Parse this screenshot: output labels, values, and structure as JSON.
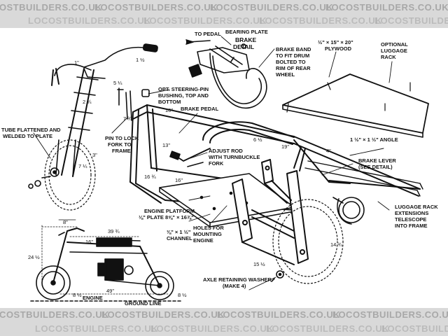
{
  "watermark": {
    "text": "LOCOSTBUILDERS.CO.UK"
  },
  "labels": {
    "to_pedal": "TO PEDAL",
    "bearing_plate": "BEARING PLATE",
    "brake_detail_1": "BRAKE",
    "brake_detail_2": "DETAIL",
    "brake_band_1": "BRAKE BAND",
    "brake_band_2": "TO FIT DRUM",
    "brake_band_3": "BOLTED TO",
    "brake_band_4": "RIM OF REAR",
    "brake_band_5": "WHEEL",
    "plywood_1": "½\" × 15\" × 20\"",
    "plywood_2": "PLYWOOD",
    "luggage_rack_1": "OPTIONAL",
    "luggage_rack_2": "LUGGAGE",
    "luggage_rack_3": "RACK",
    "steering_pin_1": "OPT. STEERING-PIN",
    "steering_pin_2": "BUSHING, TOP AND",
    "steering_pin_3": "BOTTOM",
    "brake_pedal": "BRAKE PEDAL",
    "tube_flattened_1": "TUBE FLATTENED AND",
    "tube_flattened_2": "WELDED TO PLATE",
    "pin_lock_1": "PIN TO LOCK",
    "pin_lock_2": "FORK TO",
    "pin_lock_3": "FRAME",
    "adjust_rod_1": "ADJUST ROD",
    "adjust_rod_2": "WITH TURNBUCKLE",
    "adjust_rod_3": "FORK",
    "angle": "1 ½\" × 1 ½\" ANGLE",
    "brake_lever_1": "BRAKE LEVER",
    "brake_lever_2": "(SEE DETAIL)",
    "engine_platform_1": "ENGINE PLATFORM",
    "engine_platform_2": "⅛\" PLATE 8⅝\" × 16⅞\"",
    "channel_1": "⅜\" × 1 ½\"",
    "channel_2": "CHANNEL",
    "holes_1": "HOLES FOR",
    "holes_2": "MOUNTING",
    "holes_3": "ENGINE",
    "luggage_ext_1": "LUGGAGE RACK",
    "luggage_ext_2": "EXTENSIONS",
    "luggage_ext_3": "TELESCOPE",
    "luggage_ext_4": "INTO FRAME",
    "axle_washer_1": "AXLE RETAINING WASHER",
    "axle_washer_2": "(MAKE 4)",
    "engine": "ENGINE",
    "ground_line": "GROUND LINE"
  },
  "dimensions": {
    "d_1_5": "1 ½",
    "d_5_25": "5 ¼",
    "d_2_75": "2 ¾",
    "d_7_75": "7 ¾",
    "d_3": "3\"",
    "d_7_25": "7 ¼",
    "d_16": "16\"",
    "d_13": "13\"",
    "d_16_75": "16 ¾",
    "d_6_5": "6 ½",
    "d_19": "19\"",
    "d_4": "4\"",
    "d_14_75": "14 ¾",
    "d_15_5": "15 ½",
    "d_16b": "16\"",
    "d_1": "1\"",
    "side_8": "8\"",
    "side_39": "39 ¾",
    "side_16": "16\"",
    "side_24": "24 ½",
    "side_49": "49\"",
    "side_8_5": "8 ½",
    "side_8_5b": "8 ½"
  }
}
